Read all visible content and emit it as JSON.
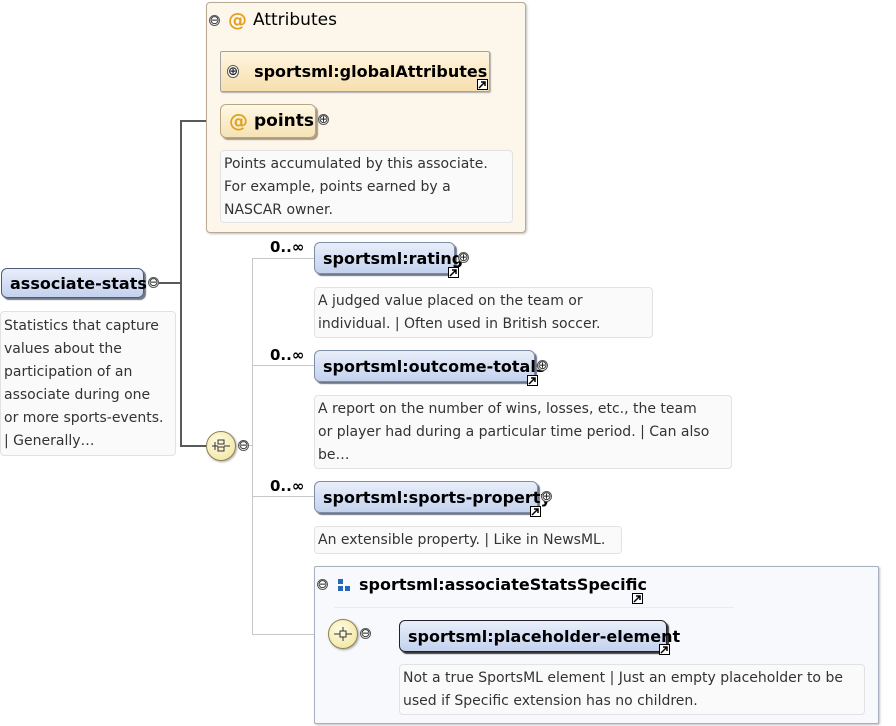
{
  "root": {
    "name": "associate-stats",
    "annotation": [
      "Statistics that capture",
      "values about the",
      "participation of an",
      "associate during one",
      "or more sports-events.",
      "| Generally…"
    ]
  },
  "attributes": {
    "title": "Attributes",
    "global_ref": "sportsml:globalAttributes",
    "points": {
      "name": "points",
      "annotation": [
        "Points accumulated by this associate.",
        "For example, points earned by a",
        "NASCAR owner."
      ]
    }
  },
  "sequence": {
    "children": [
      {
        "occurrence": "0..∞",
        "name": "sportsml:rating",
        "annotation": [
          "A judged value placed on the team or",
          "individual. | Often used in British soccer."
        ]
      },
      {
        "occurrence": "0..∞",
        "name": "sportsml:outcome-totals",
        "annotation": [
          "A report on the number of wins, losses, etc., the team",
          "or player had during a particular time period. | Can also",
          "be…"
        ]
      },
      {
        "occurrence": "0..∞",
        "name": "sportsml:sports-property",
        "annotation": [
          "An extensible property. | Like in NewsML."
        ]
      }
    ],
    "group": {
      "title": "sportsml:associateStatsSpecific",
      "element": {
        "name": "sportsml:placeholder-element",
        "annotation": [
          "Not a true SportsML element | Just an empty placeholder to be",
          "used if Specific extension has no children."
        ]
      }
    }
  },
  "glyphs": {
    "collapse": "⊖",
    "expand": "⊕",
    "at": "@"
  },
  "colors": {
    "element_fill": "#c3d2ee",
    "attribute_fill": "#f6e3b5",
    "attribute_glyph": "#e2a020",
    "group_icon": "#2a66b8"
  }
}
